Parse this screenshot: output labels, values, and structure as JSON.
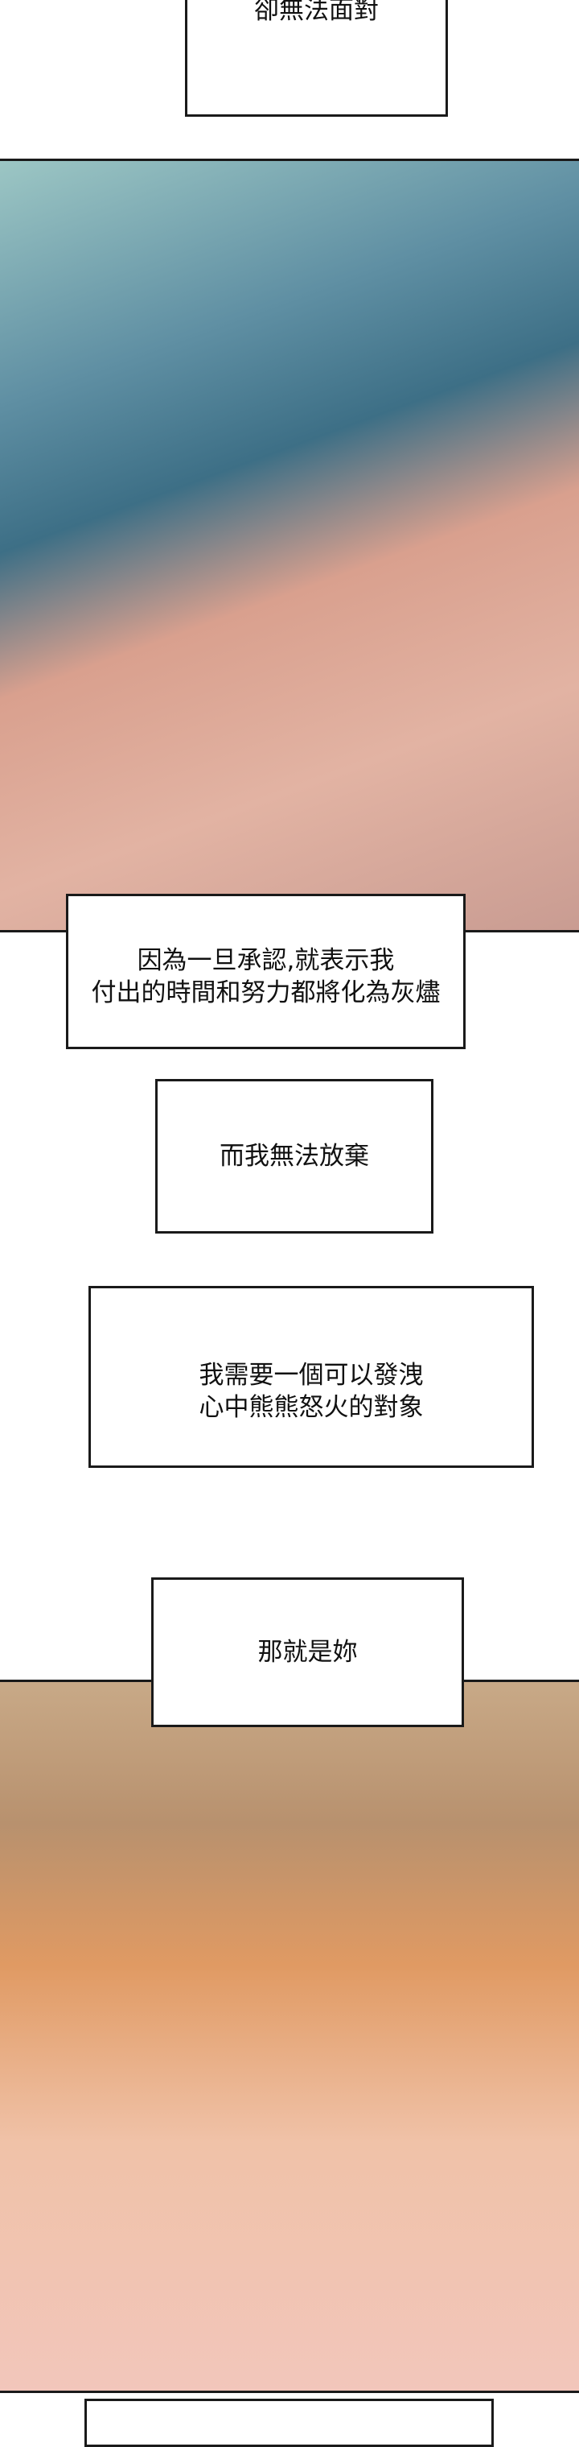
{
  "captions": {
    "box1": "卻無法面對",
    "box2": "因為一旦承認,就表示我\n付出的時間和努力都將化為灰燼",
    "box3": "而我無法放棄",
    "box4": "我需要一個可以發洩\n心中熊熊怒火的對象",
    "box5": "那就是妳",
    "box6": ""
  },
  "colors": {
    "border": "#1a1a1a",
    "panel1_tone": "#3d6f86",
    "panel2_tone": "#e09a63"
  }
}
